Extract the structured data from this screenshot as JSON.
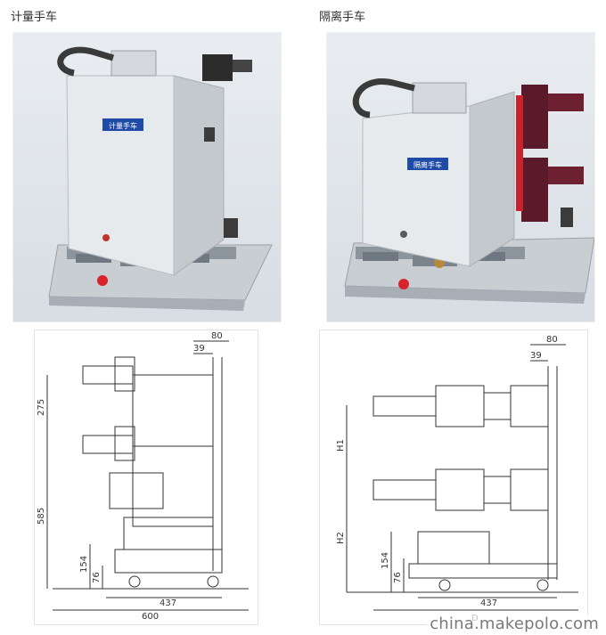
{
  "captions": {
    "left": "计量手车",
    "right": "隔离手车"
  },
  "left_photo": {
    "label_plate": "计量手车"
  },
  "right_photo": {
    "label_plate": "隔离手车"
  },
  "left_drawing": {
    "dimensions": {
      "top_80": "80",
      "top_39": "39",
      "v_275": "275",
      "v_585": "585",
      "v_154": "154",
      "v_76": "76",
      "h_437": "437",
      "h_600": "600"
    }
  },
  "right_drawing": {
    "dimensions": {
      "top_80": "80",
      "top_39": "39",
      "v_H1": "H1",
      "v_H2": "H2",
      "v_154": "154",
      "v_76": "76",
      "h_437": "437",
      "h_D": "D"
    }
  },
  "watermark": "china.makepolo.com",
  "colors": {
    "panel_bg": "#dfe4e9",
    "cabinet": "#e4e7ea",
    "label_blue": "#1f4aa8",
    "contact_dark": "#5b1a2a",
    "hose": "#3a3a3a",
    "knob_red": "#d8232a",
    "drawing_line": "#333333"
  }
}
